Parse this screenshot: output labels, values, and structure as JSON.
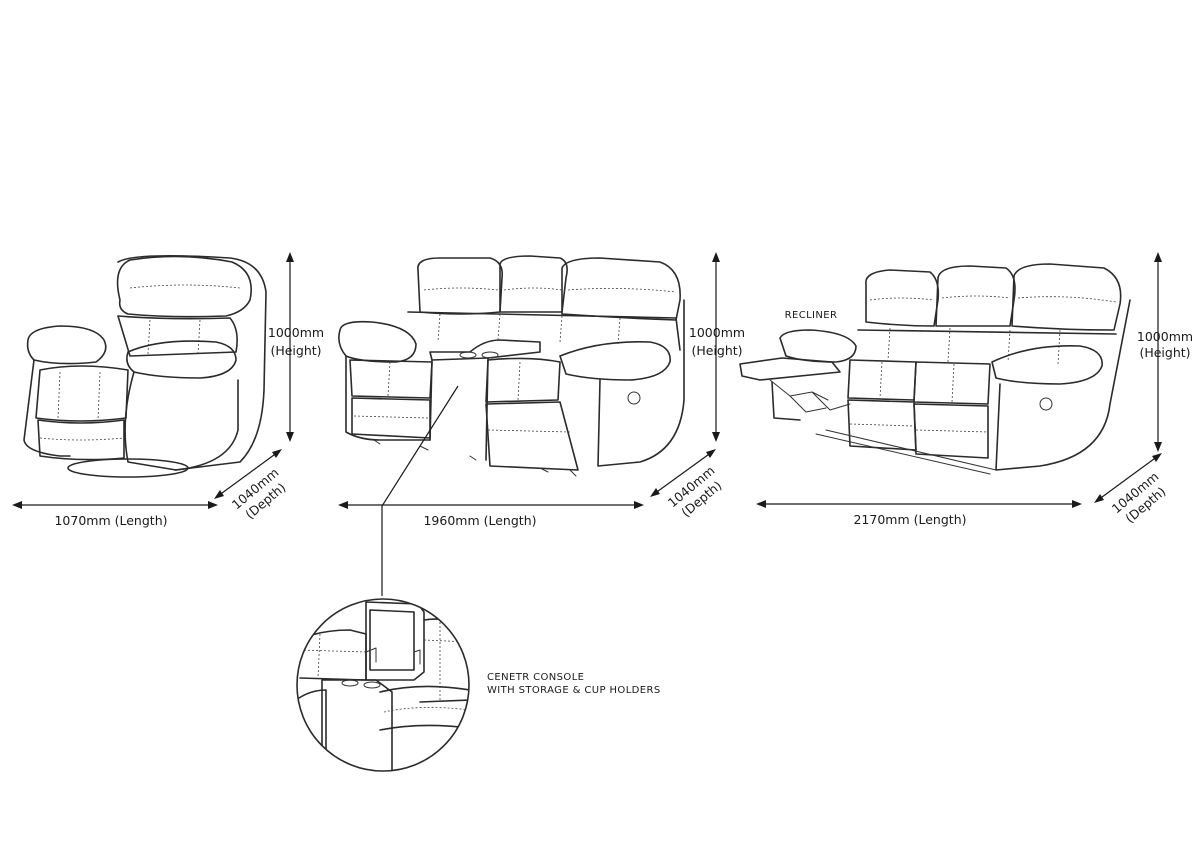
{
  "recliner_chair": {
    "height_label": "1000mm",
    "height_sub": "(Height)",
    "depth_label": "1040mm",
    "depth_sub": "(Depth)",
    "length_label": "1070mm (Length)"
  },
  "loveseat": {
    "height_label": "1000mm",
    "height_sub": "(Height)",
    "depth_label": "1040mm",
    "depth_sub": "(Depth)",
    "length_label": "1960mm (Length)"
  },
  "sofa": {
    "height_label": "1000mm",
    "height_sub": "(Height)",
    "depth_label": "1040mm",
    "depth_sub": "(Depth)",
    "length_label": "2170mm (Length)",
    "recliner_callout": "RECLINER"
  },
  "console_detail": {
    "line1": "CENETR CONSOLE",
    "line2": "WITH STORAGE & CUP HOLDERS"
  }
}
